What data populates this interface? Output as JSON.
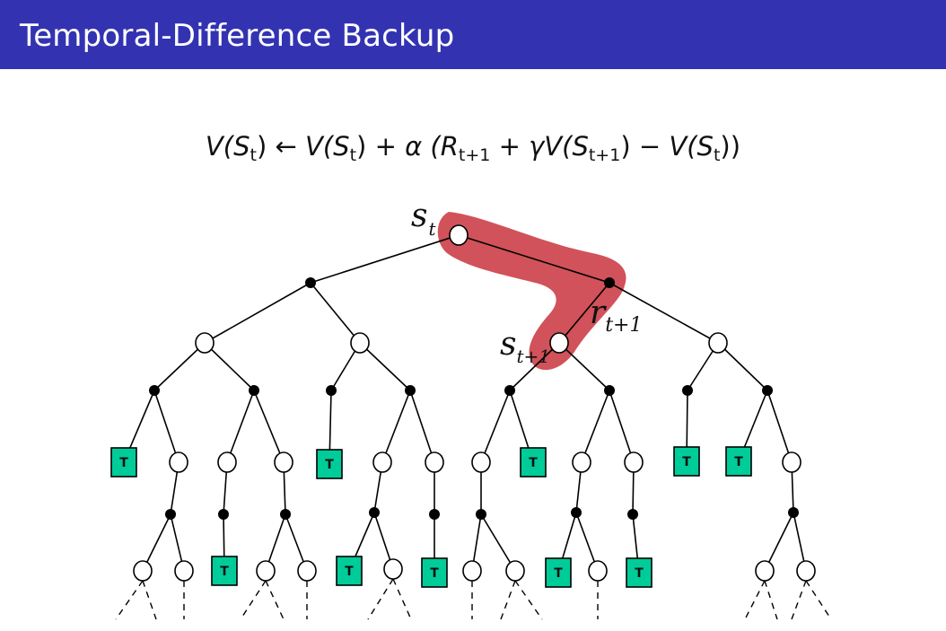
{
  "slide": {
    "title": "Temporal-Difference Backup"
  },
  "formula": {
    "lhs": "V(S",
    "lhs_sub": "t",
    "close1": ")",
    "arrow": " ← ",
    "v2": "V(S",
    "v2_sub": "t",
    "close2": ") + ",
    "alpha": "α",
    "paren_open": " (R",
    "r_sub": "t+1",
    "plus_gamma": " + ",
    "gamma": "γ",
    "v3": "V(S",
    "v3_sub": "t+1",
    "close3": ")",
    "minus": " − ",
    "v4": "V(S",
    "v4_sub": "t",
    "close4": "))"
  },
  "labels": {
    "st_main": "s",
    "st_sub": "t",
    "r_main": "r",
    "r_sub": "t+1",
    "st1_main": "s",
    "st1_sub": "t+1",
    "terminal": "T"
  },
  "colors": {
    "title_bar": "#3333b2",
    "highlight": "#d1525a",
    "terminal_fill": "#00cc99"
  }
}
